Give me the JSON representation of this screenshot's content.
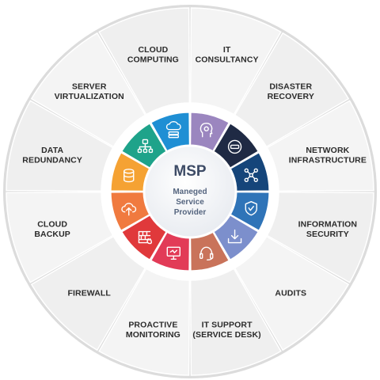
{
  "center": {
    "title": "MSP",
    "subtitle_lines": [
      "Maneged",
      "Service",
      "Provider"
    ]
  },
  "segments": [
    {
      "id": "it-consultancy",
      "label_lines": [
        "IT",
        "CONSULTANCY"
      ],
      "color": "#9b86bf",
      "icon": "head-gear-icon"
    },
    {
      "id": "disaster-recovery",
      "label_lines": [
        "DISASTER",
        "RECOVERY"
      ],
      "color": "#1f2a44",
      "icon": "recovery-drive-icon"
    },
    {
      "id": "network-infrastructure",
      "label_lines": [
        "NETWORK",
        "INFRASTRUCTURE"
      ],
      "color": "#15457a",
      "icon": "network-nodes-icon"
    },
    {
      "id": "information-security",
      "label_lines": [
        "INFORMATION",
        "SECURITY"
      ],
      "color": "#2f74b8",
      "icon": "shield-check-icon"
    },
    {
      "id": "audits",
      "label_lines": [
        "AUDITS"
      ],
      "color": "#7c8fcc",
      "icon": "download-tray-icon"
    },
    {
      "id": "it-support",
      "label_lines": [
        "IT SUPPORT",
        "(SERVICE DESK)"
      ],
      "color": "#c9735a",
      "icon": "headset-icon"
    },
    {
      "id": "proactive-monitoring",
      "label_lines": [
        "PROACTIVE",
        "MONITORING"
      ],
      "color": "#e23b57",
      "icon": "monitor-icon"
    },
    {
      "id": "firewall",
      "label_lines": [
        "FIREWALL"
      ],
      "color": "#e0393b",
      "icon": "firewall-icon"
    },
    {
      "id": "cloud-backup",
      "label_lines": [
        "CLOUD",
        "BACKUP"
      ],
      "color": "#f07a3f",
      "icon": "cloud-upload-icon"
    },
    {
      "id": "data-redundancy",
      "label_lines": [
        "DATA",
        "REDUNDANCY"
      ],
      "color": "#f5a233",
      "icon": "database-icon"
    },
    {
      "id": "server-virtualization",
      "label_lines": [
        "SERVER",
        "VIRTUALIZATION"
      ],
      "color": "#1ea38a",
      "icon": "server-tree-icon"
    },
    {
      "id": "cloud-computing",
      "label_lines": [
        "CLOUD",
        "COMPUTING"
      ],
      "color": "#1f8fd4",
      "icon": "cloud-server-icon"
    }
  ]
}
